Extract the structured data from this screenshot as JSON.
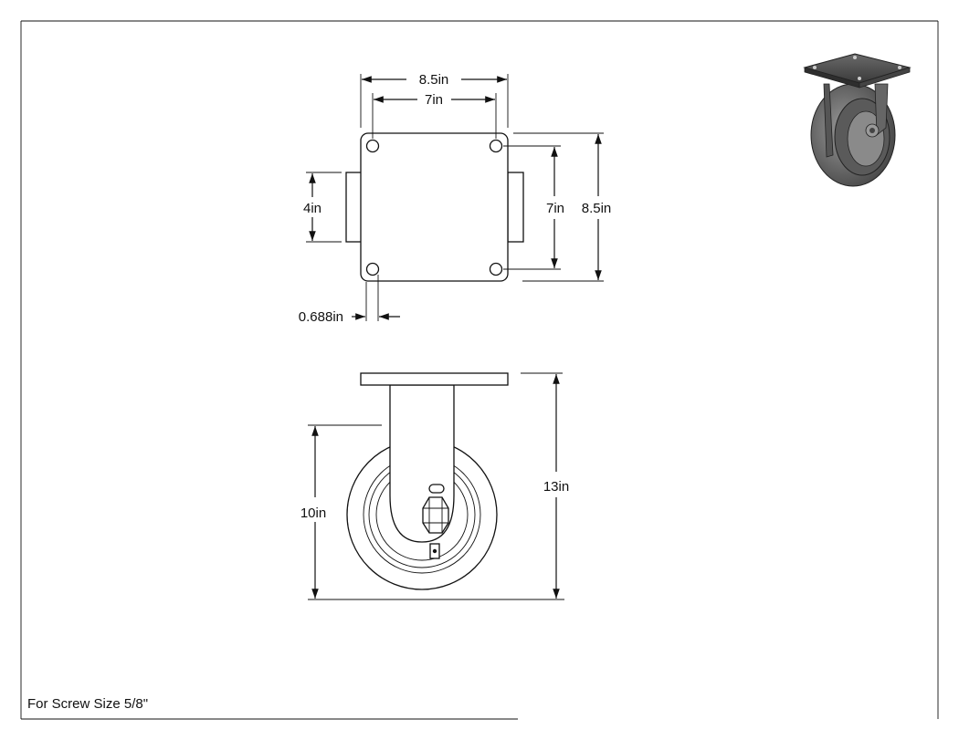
{
  "dimensions": {
    "plate_width": "8.5in",
    "hole_spacing_x": "7in",
    "hole_spacing_y": "7in",
    "plate_height": "8.5in",
    "mount_width": "4in",
    "hole_offset": "0.688in",
    "wheel_diameter": "10in",
    "overall_height": "13in"
  },
  "note": "For Screw Size 5/8\""
}
